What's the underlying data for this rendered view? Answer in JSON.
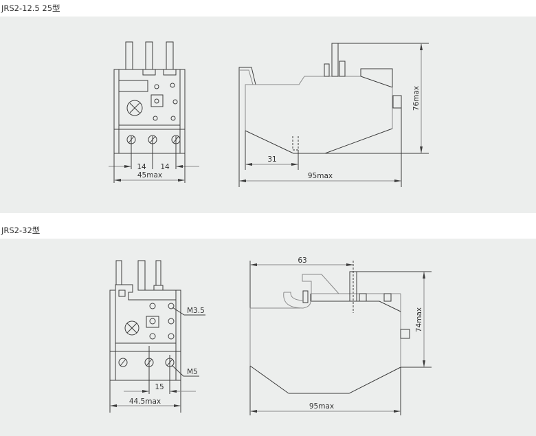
{
  "sections": [
    {
      "title": "JRS2-12.5  25型",
      "front": {
        "pitch1": "14",
        "pitch2": "14",
        "width": "45max"
      },
      "side": {
        "offset": "31",
        "height": "76max",
        "depth": "95max"
      }
    },
    {
      "title": "JRS2-32型",
      "front": {
        "screw_small": "M3.5",
        "screw_large": "M5",
        "pitch": "15",
        "width": "44.5max"
      },
      "side": {
        "offset": "63",
        "height": "74max",
        "depth": "95max"
      }
    }
  ]
}
